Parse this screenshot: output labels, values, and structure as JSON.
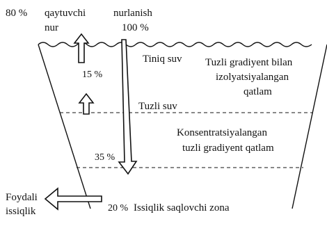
{
  "labels": {
    "percent_reflected": "80 %",
    "reflected_radiation_line1": "qaytuvchi",
    "reflected_radiation_line2": "nur",
    "incident_radiation_line1": "nurlanish",
    "incident_radiation_line2": "100 %",
    "clear_water": "Tiniq suv",
    "upper_zone_line1": "Tuzli gradiyent bilan",
    "upper_zone_line2": "izolyatsiyalangan",
    "upper_zone_line3": "qatlam",
    "percent_15": "15 %",
    "salty_water": "Tuzli suv",
    "gradient_zone_line1": "Konsentratsiyalangan",
    "gradient_zone_line2": "tuzli gradiyent qatlam",
    "percent_35": "35 %",
    "useful_heat_line1": "Foydali",
    "useful_heat_line2": "issiqlik",
    "percent_20": "20 %",
    "storage_zone": "Issiqlik saqlovchi zona"
  }
}
